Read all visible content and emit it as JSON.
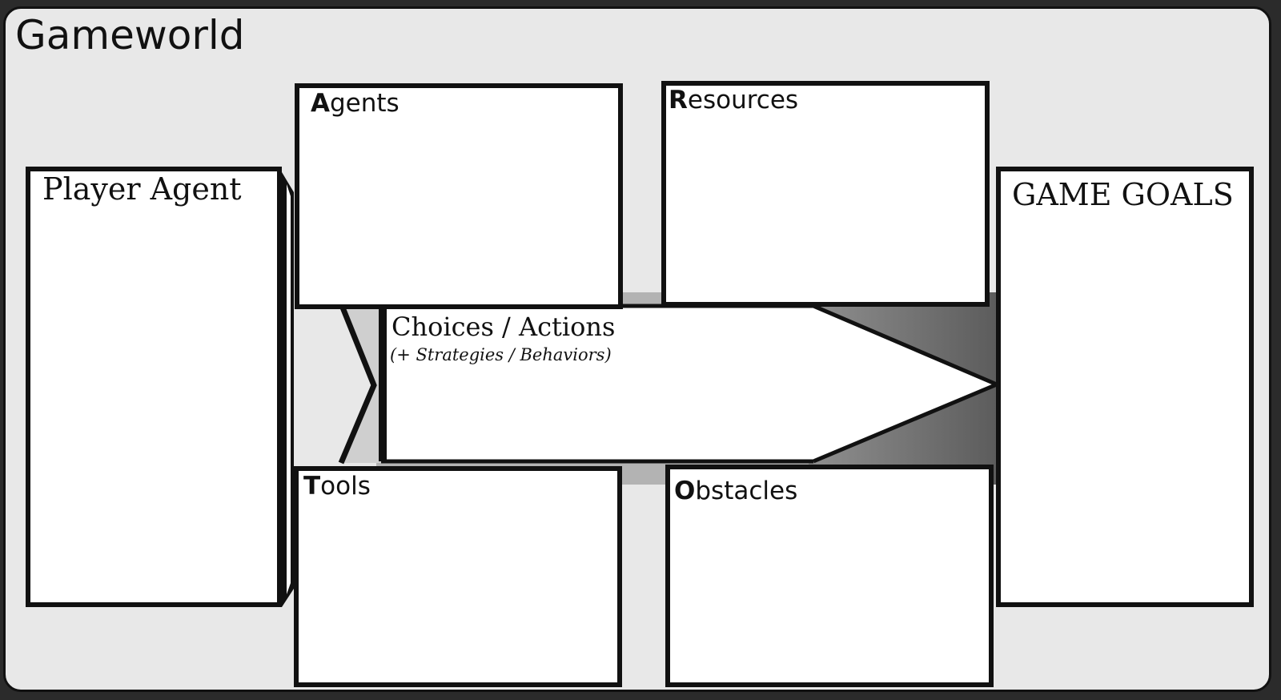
{
  "world": {
    "title": "Gameworld"
  },
  "player_agent": {
    "label": "Player Agent"
  },
  "agents": {
    "initial": "A",
    "rest": "gents"
  },
  "resources": {
    "initial": "R",
    "rest": "esources"
  },
  "tools": {
    "initial": "T",
    "rest": "ools"
  },
  "obstacles": {
    "initial": "O",
    "rest": "bstacles"
  },
  "goals": {
    "label": "GAME GOALS"
  },
  "choices": {
    "title": "Choices / Actions",
    "subtitle": "(+ Strategies / Behaviors)"
  },
  "colors": {
    "background": "#e8e8e8",
    "box_fill": "#ffffff",
    "outline": "#111111",
    "light_gray": "#b3b3b3",
    "gradient_start": "#909090",
    "gradient_end": "#5c5c5c"
  }
}
